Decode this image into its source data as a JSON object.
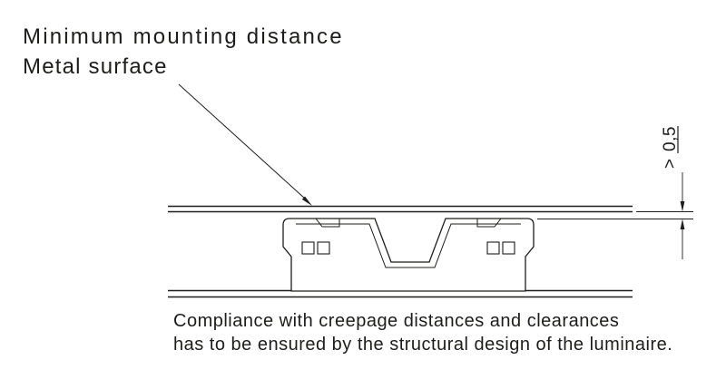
{
  "header": {
    "title": "Minimum mounting distance",
    "subtitle": "Metal surface"
  },
  "dimension": {
    "prefix": ">",
    "value": "0,5"
  },
  "note": {
    "line1": "Compliance with creepage distances and clearances",
    "line2": "has to be ensured by the structural design of the luminaire."
  },
  "colors": {
    "line": "#1d1d1b",
    "text": "#1d1d1b",
    "background": "#ffffff"
  }
}
